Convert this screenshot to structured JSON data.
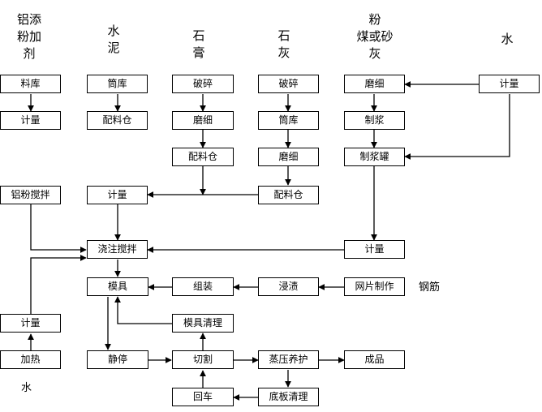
{
  "headers": {
    "aluminum_additive": "铝添\n粉加\n剂",
    "cement": "水\n泥",
    "gypsum": "石\n膏",
    "lime": "石\n灰",
    "fly_ash_or_sand": "粉\n煤或砂\n灰",
    "water": "水"
  },
  "nodes": {
    "storage": "料库",
    "meter_additive": "计量",
    "silo_cement": "筒库",
    "batching_cement": "配料仓",
    "crush_gypsum": "破碎",
    "grind_gypsum": "磨细",
    "batching_gypsum": "配料仓",
    "crush_lime": "破碎",
    "silo_lime": "筒库",
    "grind_lime": "磨细",
    "batching_lime": "配料仓",
    "grind_ash": "磨细",
    "slurry_make": "制浆",
    "slurry_tank": "制浆罐",
    "meter_water": "计量",
    "al_mixing": "铝粉搅拌",
    "meter_main": "计量",
    "pour_mixing": "浇注搅拌",
    "meter_slurry": "计量",
    "mold": "模具",
    "assembly": "组装",
    "dipping": "浸渍",
    "mesh_making": "网片制作",
    "mold_clean": "模具清理",
    "meter_heat": "计量",
    "heating": "加热",
    "static_rest": "静停",
    "cutting": "切割",
    "autoclave": "蒸压养护",
    "product": "成品",
    "return_car": "回车",
    "plate_clean": "底板清理"
  },
  "labels": {
    "steel": "钢筋",
    "water_bottom": "水"
  }
}
